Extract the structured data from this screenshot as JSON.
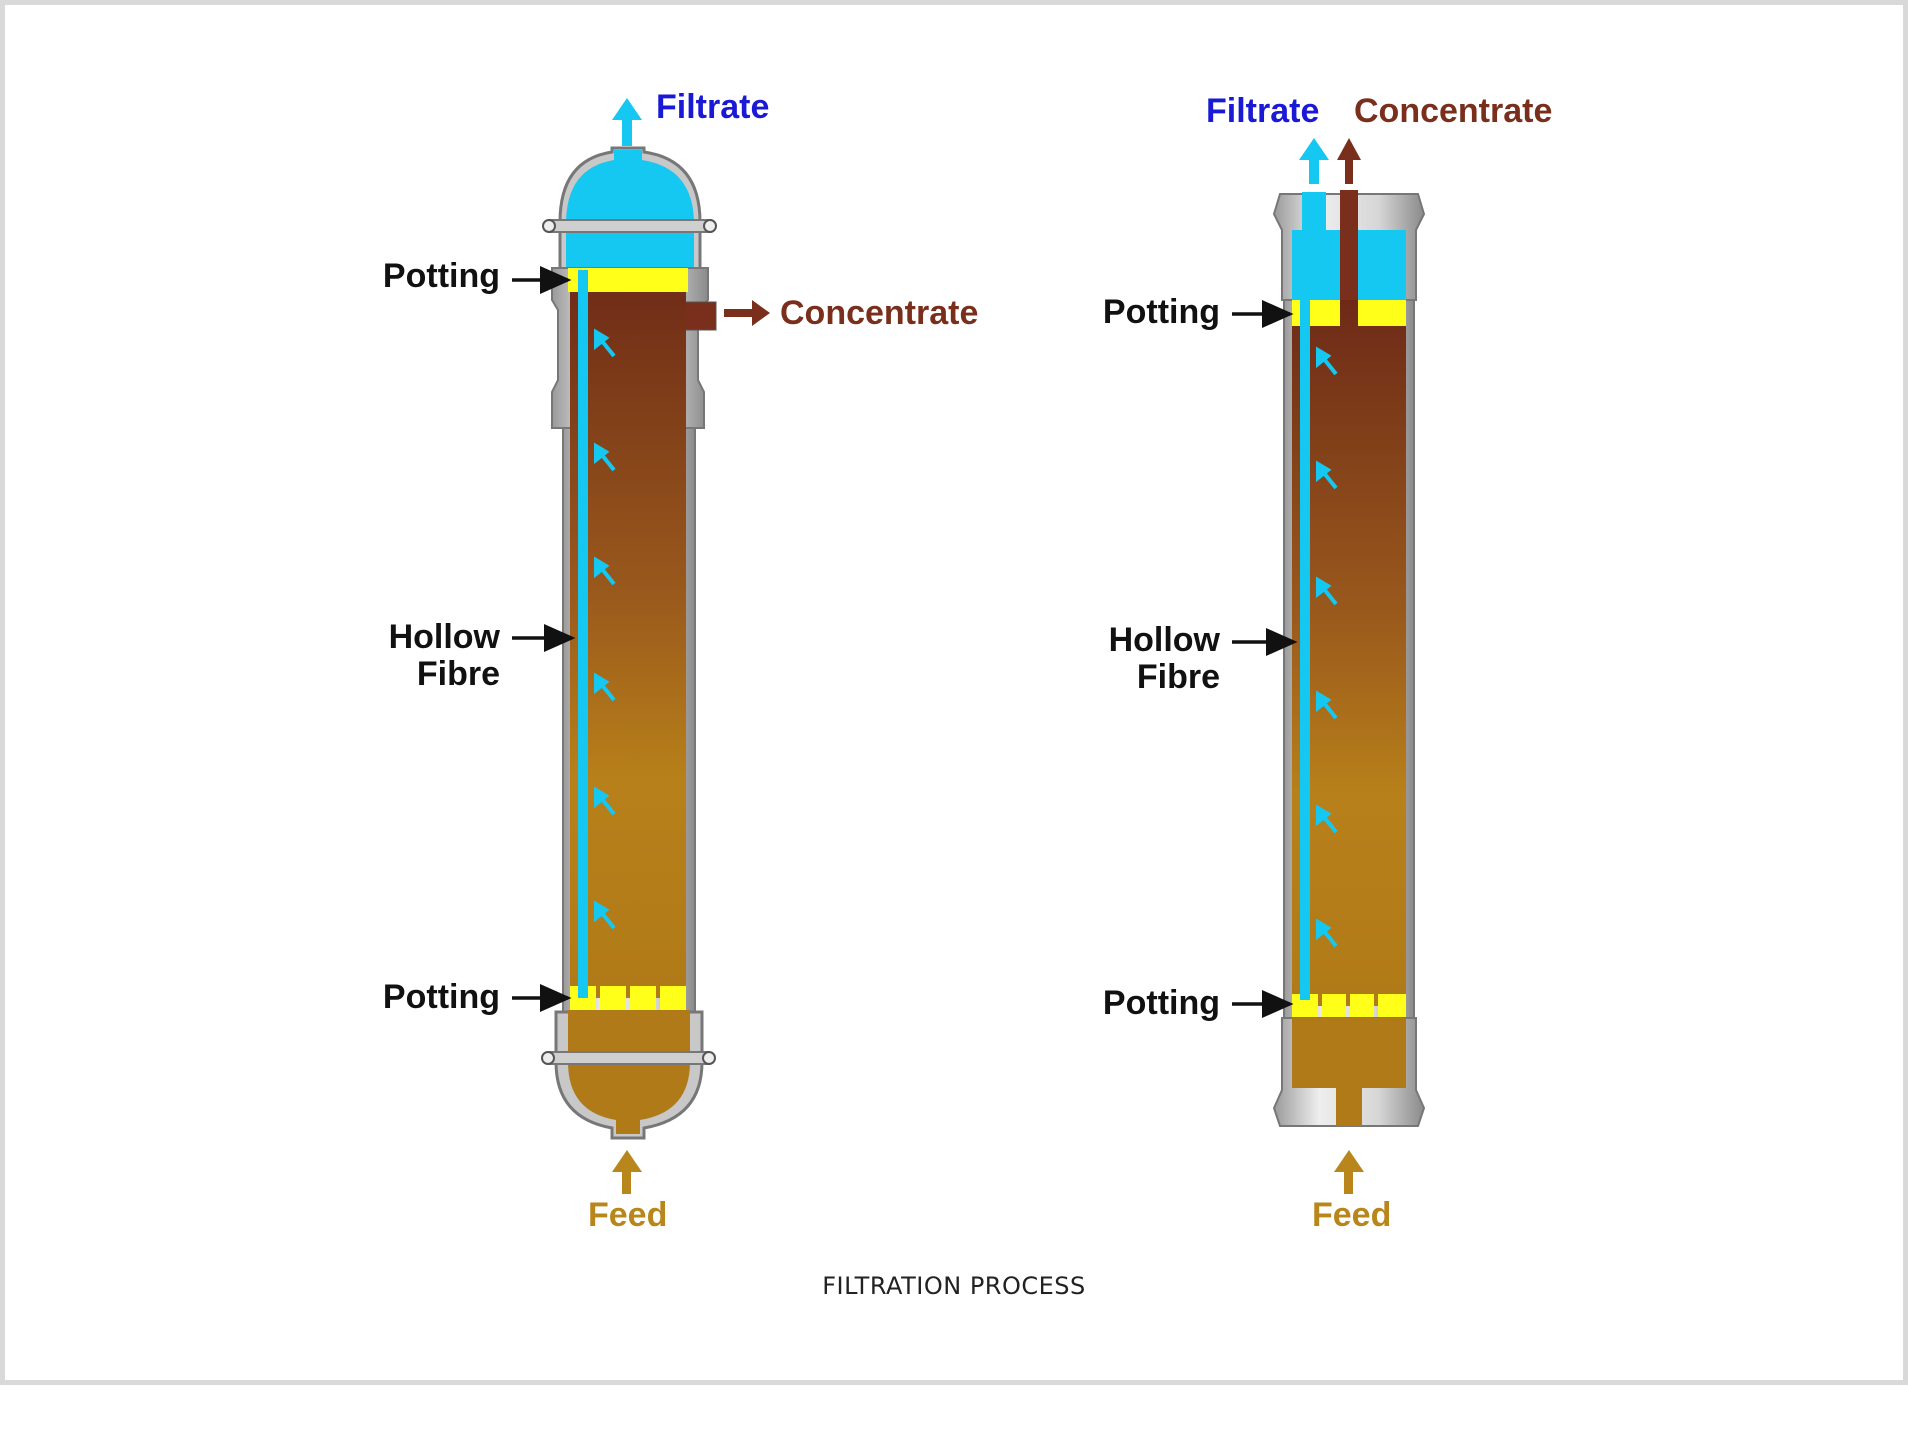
{
  "caption": "FILTRATION PROCESS",
  "colors": {
    "filtrate": "#14c8f2",
    "concentrate_arrow": "#7a2f1c",
    "feed": "#b8861a",
    "potting": "#ffff1a",
    "housing": "#c8c8c8",
    "label_dark": "#111111"
  },
  "left_module": {
    "filtrate": "Filtrate",
    "concentrate": "Concentrate",
    "potting_top": "Potting",
    "hollow_fibre": [
      "Hollow",
      "Fibre"
    ],
    "potting_bottom": "Potting",
    "feed": "Feed"
  },
  "right_module": {
    "filtrate": "Filtrate",
    "concentrate": "Concentrate",
    "potting_top": "Potting",
    "hollow_fibre": [
      "Hollow",
      "Fibre"
    ],
    "potting_bottom": "Potting",
    "feed": "Feed"
  }
}
